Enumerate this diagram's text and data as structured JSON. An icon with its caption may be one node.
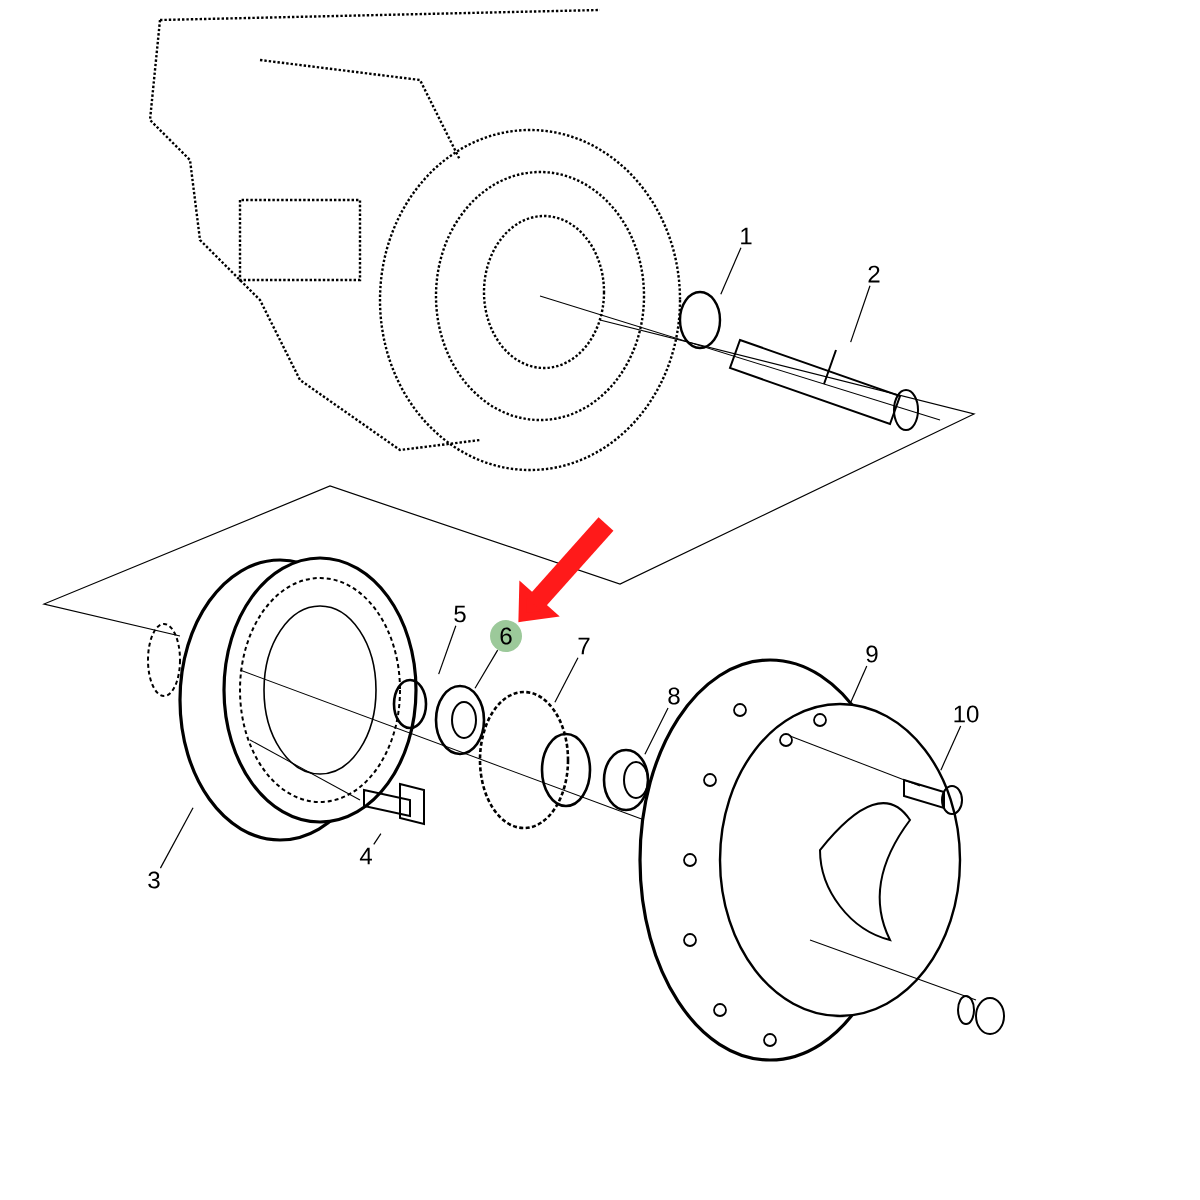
{
  "diagram": {
    "nodes": [
      {
        "text": [
          "1"
        ]
      },
      {
        "text": [
          "2"
        ]
      },
      {
        "text": [
          "3"
        ]
      },
      {
        "text": [
          "4"
        ]
      },
      {
        "text": [
          "5"
        ]
      },
      {
        "text": [
          "6"
        ]
      },
      {
        "text": [
          "7"
        ]
      },
      {
        "text": [
          "8"
        ]
      },
      {
        "text": [
          "9"
        ]
      },
      {
        "text": [
          "10"
        ]
      }
    ],
    "edges": [
      {
        "from": 0,
        "to": null,
        "arrow": "none"
      },
      {
        "from": 1,
        "to": null,
        "arrow": "none"
      },
      {
        "from": 2,
        "to": null,
        "arrow": "none"
      },
      {
        "from": 3,
        "to": null,
        "arrow": "none"
      },
      {
        "from": 4,
        "to": null,
        "arrow": "none"
      },
      {
        "from": 5,
        "to": null,
        "arrow": "none"
      },
      {
        "from": 6,
        "to": null,
        "arrow": "none"
      },
      {
        "from": 7,
        "to": null,
        "arrow": "none"
      },
      {
        "from": 8,
        "to": null,
        "arrow": "none"
      },
      {
        "from": 9,
        "to": null,
        "arrow": "none"
      },
      {
        "from": null,
        "to": 5,
        "arrow": "to",
        "style": "thick",
        "color": "#ff1a1a"
      }
    ]
  }
}
